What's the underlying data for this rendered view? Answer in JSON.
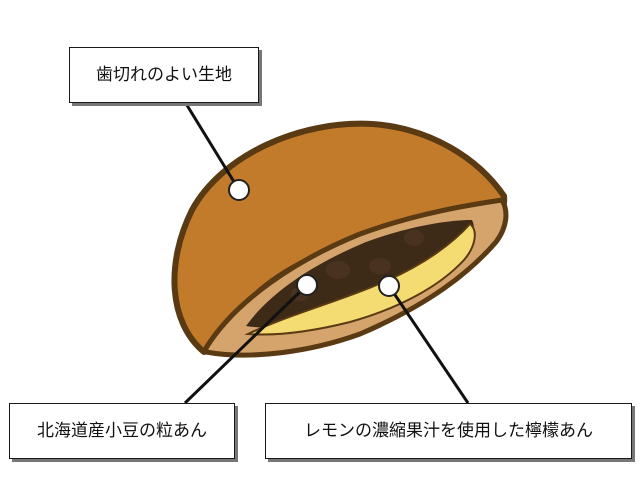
{
  "labels": {
    "crust": "歯切れのよい生地",
    "red_bean": "北海道産小豆の粒あん",
    "lemon": "レモンの濃縮果汁を使用した檸檬あん"
  },
  "colors": {
    "outline": "#5a3a12",
    "crust_top": "#c27a2b",
    "crust_inner": "#d5a46c",
    "filling_dark": "#3d2a17",
    "lemon": "#f4db72",
    "bean": "#4a3220",
    "leader": "#111111"
  }
}
